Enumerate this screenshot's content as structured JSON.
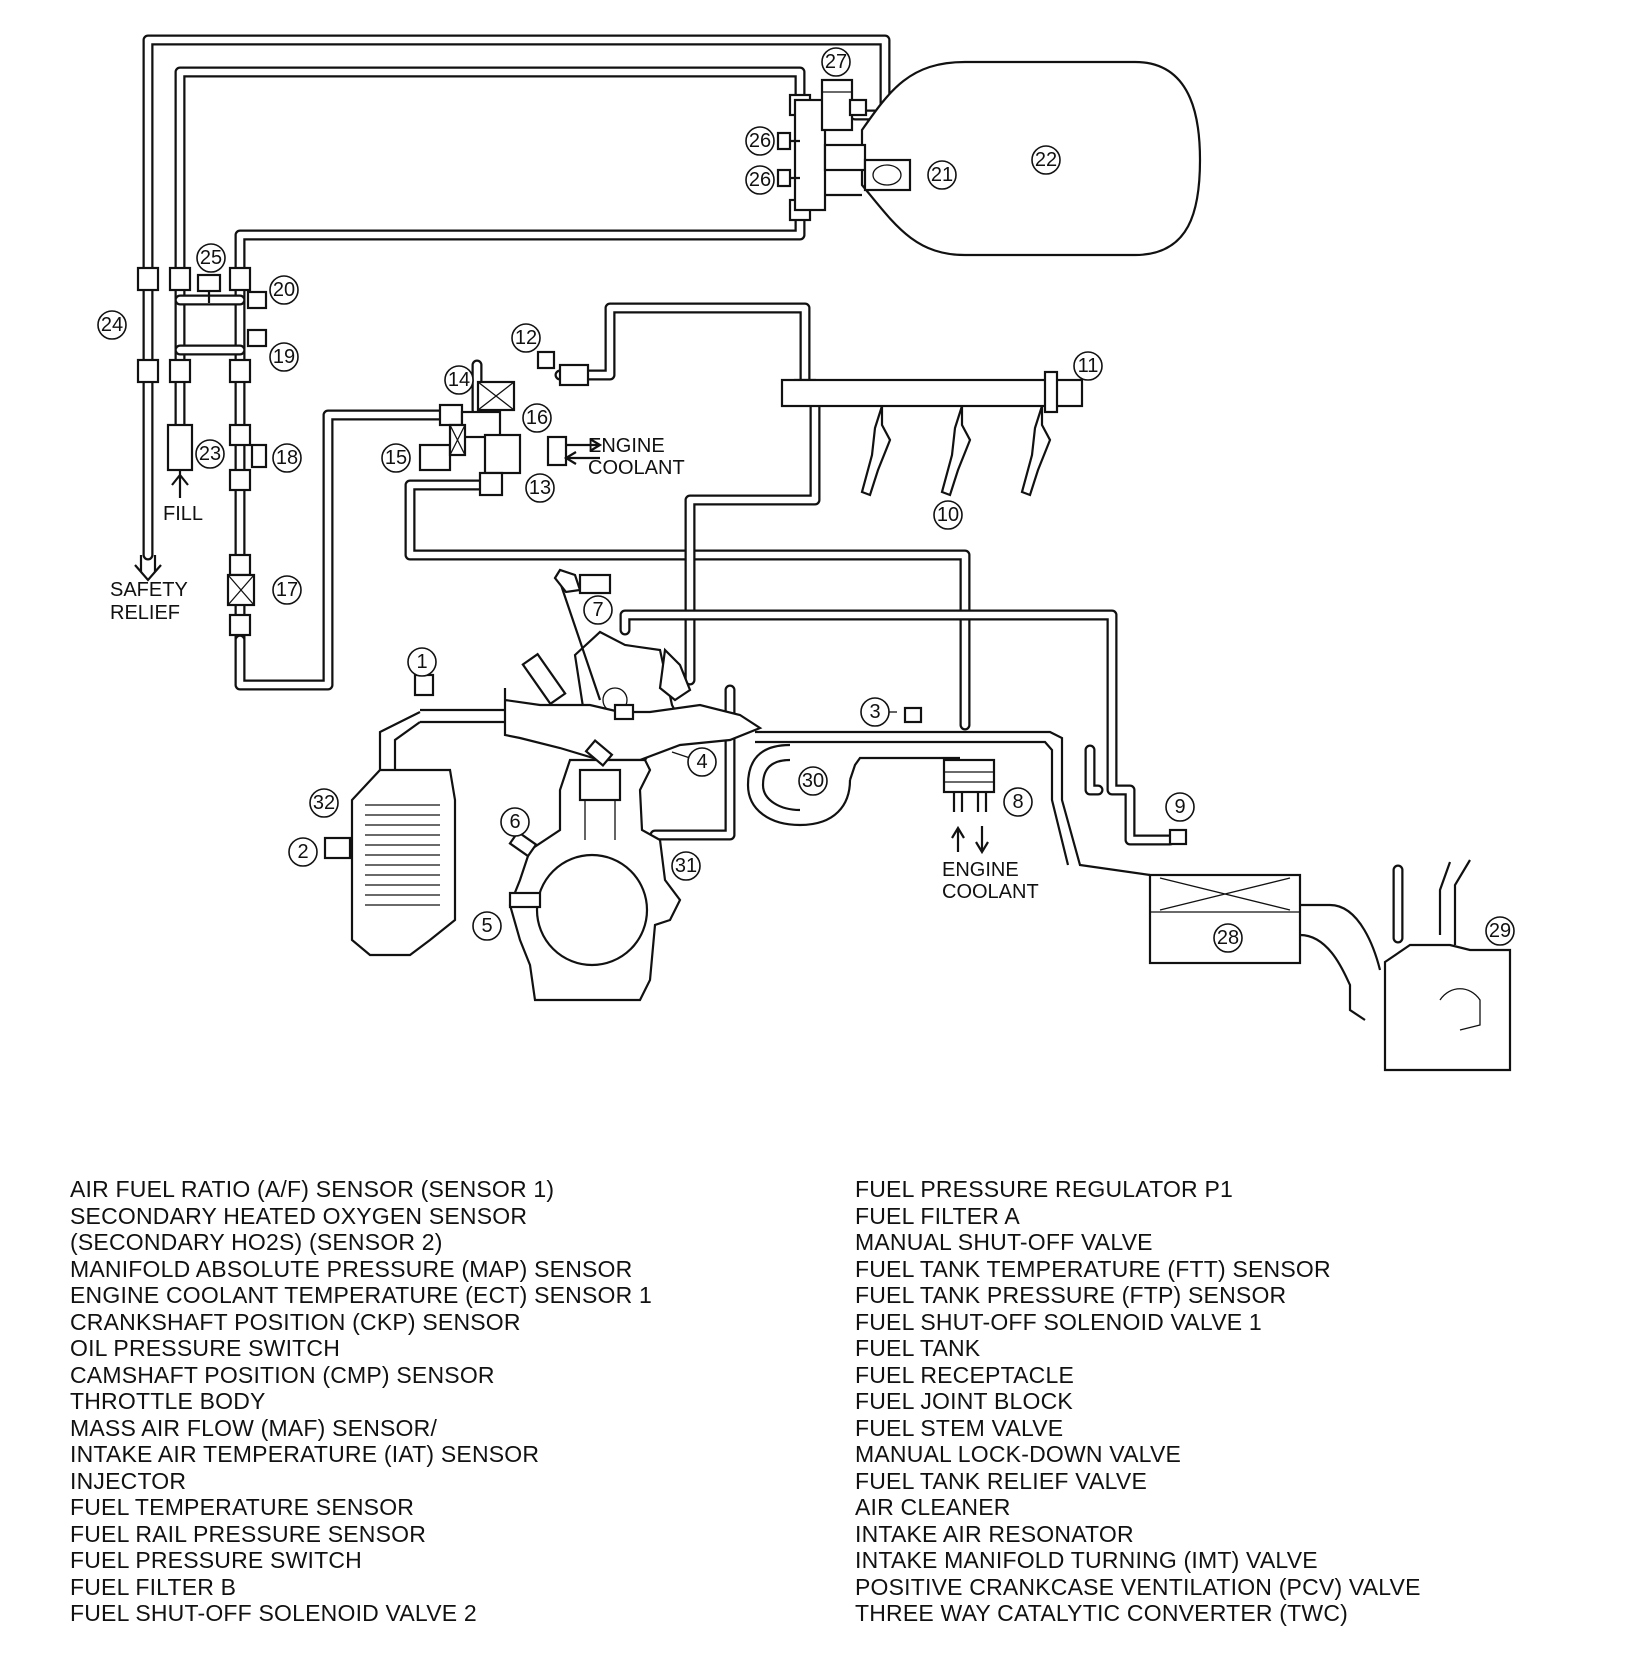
{
  "diagram": {
    "labels": {
      "safety_relief": [
        "SAFETY",
        "RELIEF"
      ],
      "fill": "FILL",
      "engine_coolant_top": [
        "ENGINE",
        "COOLANT"
      ],
      "engine_coolant_bottom": [
        "ENGINE",
        "COOLANT"
      ]
    },
    "callouts": [
      "1",
      "2",
      "3",
      "4",
      "5",
      "6",
      "7",
      "8",
      "9",
      "10",
      "11",
      "12",
      "13",
      "14",
      "15",
      "16",
      "17",
      "18",
      "19",
      "20",
      "21",
      "22",
      "23",
      "24",
      "25",
      "26",
      "26",
      "27",
      "28",
      "29",
      "30",
      "31",
      "32"
    ]
  },
  "legend": {
    "left": [
      "AIR FUEL RATIO (A/F) SENSOR (SENSOR 1)",
      "SECONDARY HEATED OXYGEN SENSOR",
      "(SECONDARY HO2S) (SENSOR 2)",
      "MANIFOLD ABSOLUTE PRESSURE (MAP) SENSOR",
      "ENGINE COOLANT TEMPERATURE (ECT) SENSOR 1",
      "CRANKSHAFT POSITION (CKP) SENSOR",
      "OIL PRESSURE SWITCH",
      "CAMSHAFT POSITION (CMP) SENSOR",
      "THROTTLE BODY",
      "MASS AIR FLOW (MAF) SENSOR/",
      "INTAKE AIR TEMPERATURE (IAT) SENSOR",
      "INJECTOR",
      "FUEL TEMPERATURE SENSOR",
      "FUEL RAIL PRESSURE SENSOR",
      "FUEL PRESSURE SWITCH",
      "FUEL FILTER B",
      "FUEL SHUT-OFF SOLENOID VALVE 2"
    ],
    "right": [
      "FUEL PRESSURE REGULATOR P1",
      "FUEL FILTER A",
      "MANUAL SHUT-OFF VALVE",
      "FUEL TANK TEMPERATURE (FTT) SENSOR",
      "FUEL TANK PRESSURE (FTP) SENSOR",
      "FUEL SHUT-OFF SOLENOID VALVE 1",
      "FUEL TANK",
      "FUEL RECEPTACLE",
      "FUEL JOINT BLOCK",
      "FUEL STEM VALVE",
      "MANUAL LOCK-DOWN VALVE",
      "FUEL TANK RELIEF VALVE",
      "AIR CLEANER",
      "INTAKE AIR RESONATOR",
      "INTAKE MANIFOLD TURNING (IMT) VALVE",
      "POSITIVE CRANKCASE VENTILATION (PCV) VALVE",
      "THREE WAY CATALYTIC CONVERTER (TWC)"
    ]
  }
}
